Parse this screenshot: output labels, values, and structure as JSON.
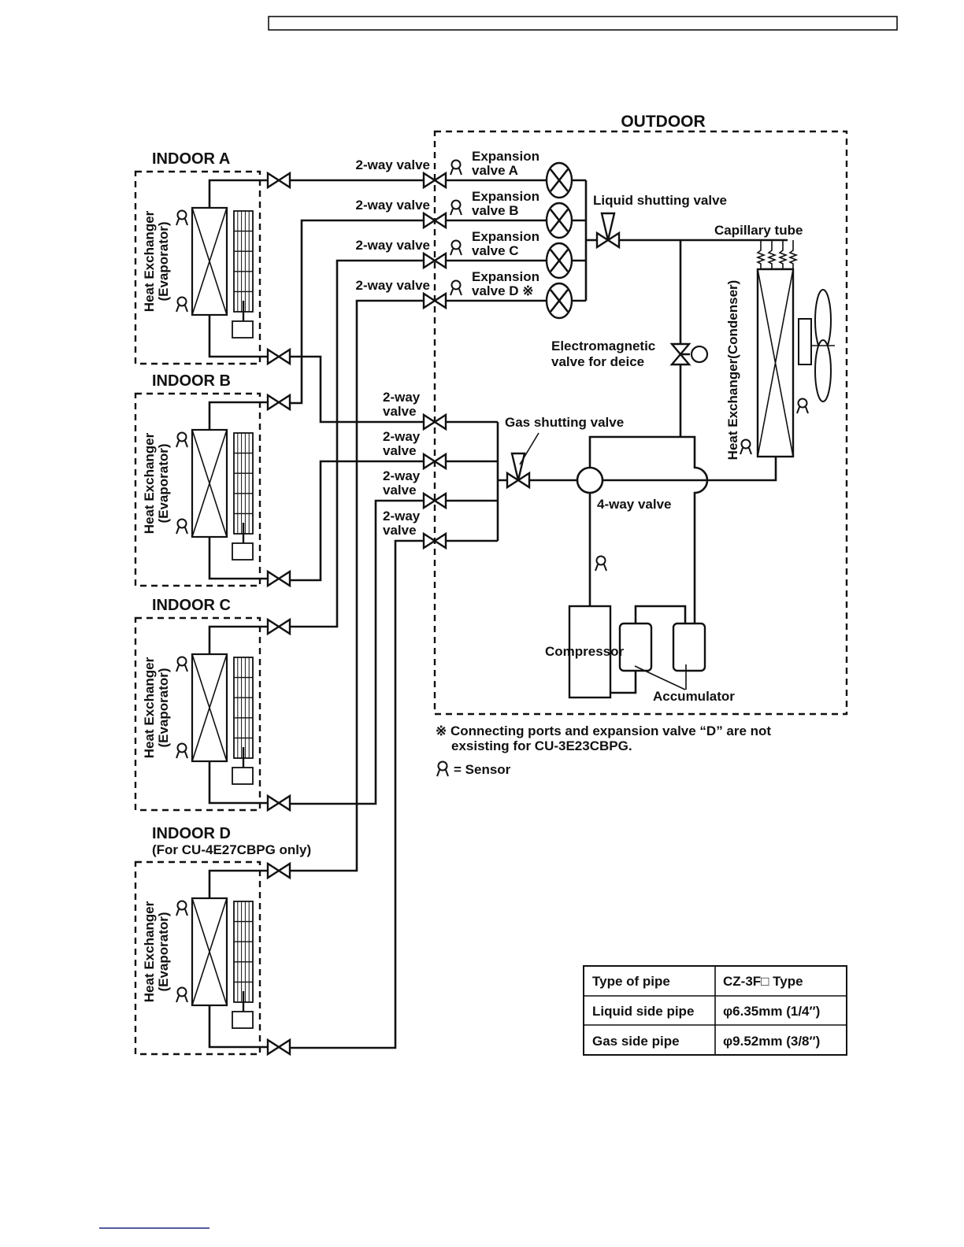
{
  "header_box": "",
  "outdoor": {
    "title": "OUTDOOR",
    "expansion_valves": [
      {
        "line1": "Expansion",
        "line2": "valve A"
      },
      {
        "line1": "Expansion",
        "line2": "valve B"
      },
      {
        "line1": "Expansion",
        "line2": "valve C"
      },
      {
        "line1": "Expansion",
        "line2": "valve D ※"
      }
    ],
    "liquid_shutting_valve": "Liquid shutting valve",
    "capillary_tube": "Capillary tube",
    "condenser": "Heat Exchanger(Condenser)",
    "electromagnetic_valve": {
      "line1": "Electromagnetic",
      "line2": "valve for deice"
    },
    "gas_shutting_valve": "Gas shutting valve",
    "four_way_valve": "4-way valve",
    "compressor": "Compressor",
    "accumulator": "Accumulator"
  },
  "liquid_valve_label": "2-way valve",
  "gas_valve_label": {
    "line1": "2-way",
    "line2": "valve"
  },
  "indoor_units": [
    {
      "title": "INDOOR A",
      "subtitle": "",
      "hx_line1": "Heat Exchanger",
      "hx_line2": "(Evaporator)"
    },
    {
      "title": "INDOOR B",
      "subtitle": "",
      "hx_line1": "Heat Exchanger",
      "hx_line2": "(Evaporator)"
    },
    {
      "title": "INDOOR C",
      "subtitle": "",
      "hx_line1": "Heat Exchanger",
      "hx_line2": "(Evaporator)"
    },
    {
      "title": "INDOOR D",
      "subtitle": "(For CU-4E27CBPG only)",
      "hx_line1": "Heat Exchanger",
      "hx_line2": "(Evaporator)"
    }
  ],
  "notes": {
    "note_line1": "※ Connecting ports and expansion valve “D” are not",
    "note_line2": "exsisting for CU-3E23CBPG.",
    "sensor_legend": "= Sensor"
  },
  "pipe_table": {
    "headers": [
      "Type of pipe",
      "CZ-3F□ Type"
    ],
    "rows": [
      [
        "Liquid side pipe",
        "φ6.35mm (1/4″)"
      ],
      [
        "Gas side pipe",
        "φ9.52mm (3/8″)"
      ]
    ]
  }
}
